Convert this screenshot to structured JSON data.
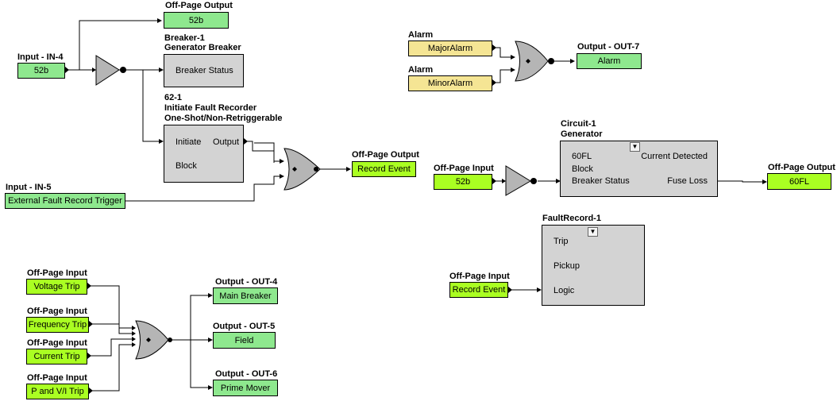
{
  "top_section": {
    "offpage_out_52b": {
      "title": "Off-Page Output",
      "value": "52b"
    },
    "breaker": {
      "title1": "Breaker-1",
      "title2": "Generator Breaker",
      "pin": "Breaker Status"
    },
    "input_in4": {
      "title": "Input - IN-4",
      "value": "52b"
    },
    "fault_recorder": {
      "title1": "62-1",
      "title2": "Initiate Fault Recorder",
      "title3": "One-Shot/Non-Retriggerable",
      "pin_initiate": "Initiate",
      "pin_output": "Output",
      "pin_block": "Block"
    },
    "offpage_out_record": {
      "title": "Off-Page Output",
      "value": "Record Event"
    },
    "input_in5": {
      "title": "Input - IN-5",
      "value": "External Fault Record Trigger"
    }
  },
  "alarm_section": {
    "alarm1": {
      "title": "Alarm",
      "value": "MajorAlarm"
    },
    "alarm2": {
      "title": "Alarm",
      "value": "MinorAlarm"
    },
    "output7": {
      "title": "Output - OUT-7",
      "value": "Alarm"
    }
  },
  "circuit_section": {
    "circuit": {
      "title1": "Circuit-1",
      "title2": "Generator",
      "pin_60fl": "60FL",
      "pin_block": "Block",
      "pin_breaker_status": "Breaker Status",
      "pin_current_detected": "Current Detected",
      "pin_fuse_loss": "Fuse Loss"
    },
    "offpage_in_52b": {
      "title": "Off-Page Input",
      "value": "52b"
    },
    "offpage_out_60fl": {
      "title": "Off-Page Output",
      "value": "60FL"
    }
  },
  "faultrecord_section": {
    "block": {
      "title": "FaultRecord-1",
      "pin_trip": "Trip",
      "pin_pickup": "Pickup",
      "pin_logic": "Logic"
    },
    "offpage_in_record": {
      "title": "Off-Page Input",
      "value": "Record Event"
    }
  },
  "trip_section": {
    "in_voltage": {
      "title": "Off-Page Input",
      "value": "Voltage Trip"
    },
    "in_frequency": {
      "title": "Off-Page Input",
      "value": "Frequency Trip"
    },
    "in_current": {
      "title": "Off-Page Input",
      "value": "Current Trip"
    },
    "in_pvi": {
      "title": "Off-Page Input",
      "value": "P and V/I Trip"
    },
    "out4": {
      "title": "Output - OUT-4",
      "value": "Main Breaker"
    },
    "out5": {
      "title": "Output - OUT-5",
      "value": "Field"
    },
    "out6": {
      "title": "Output - OUT-6",
      "value": "Prime Mover"
    }
  },
  "colors": {
    "output_green": "#8ee88e",
    "offpage_lime": "#aaff22",
    "alarm_yellow": "#f5e594",
    "block_gray": "#d3d3d3",
    "gate_gray": "#b5b5b5"
  }
}
